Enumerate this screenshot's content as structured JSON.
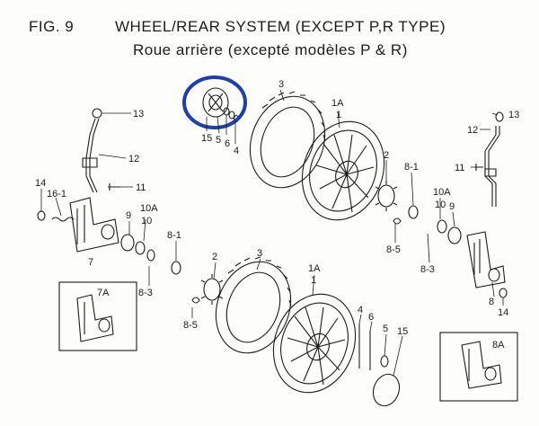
{
  "header": {
    "fig_label": "FIG. 9",
    "title": "WHEEL/REAR SYSTEM (EXCEPT P,R TYPE)",
    "subtitle": "Roue arrière (excepté modèles P & R)"
  },
  "callouts": {
    "c13_left": "13",
    "c12_left": "12",
    "c11_left": "11",
    "c14_left": "14",
    "c16_1": "16-1",
    "c7": "7",
    "c9_left": "9",
    "c10a_left": "10A",
    "c10_left": "10",
    "c8_3_left": "8-3",
    "c8_1_left": "8-1",
    "c8_5_left": "8-5",
    "c2_lower": "2",
    "c3_lower": "3",
    "c1a_lower": "1A",
    "c1_lower": "1",
    "c4_lower": "4",
    "c6_lower": "6",
    "c5_lower": "5",
    "c15_lower": "15",
    "c7a": "7A",
    "c15_top": "15",
    "c5_top": "5",
    "c6_top": "6",
    "c4_top": "4",
    "c3_top": "3",
    "c1a_top": "1A",
    "c1_top": "1",
    "c2_right": "2",
    "c8_1_right": "8-1",
    "c8_5_right": "8-5",
    "c10a_right": "10A",
    "c10_right": "10",
    "c9_right": "9",
    "c8_3_right": "8-3",
    "c13_right": "13",
    "c12_right": "12",
    "c11_right": "11",
    "c8_right": "8",
    "c14_right": "14",
    "c8a": "8A"
  },
  "colors": {
    "ink": "#1c1c1c",
    "highlight": "#1f3fa6"
  }
}
